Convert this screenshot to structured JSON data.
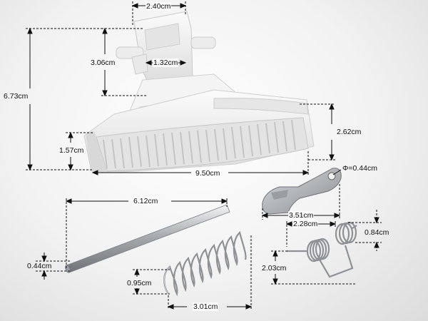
{
  "image": {
    "parts": [
      "handle",
      "latch-hook",
      "pin",
      "compression-spring",
      "torsion-spring"
    ]
  },
  "dimensions": {
    "handle_top_width": "2.40cm",
    "handle_slot_height": "3.06cm",
    "handle_slot_width": "1.32cm",
    "handle_total_height": "6.73cm",
    "handle_grip_height": "2.62cm",
    "handle_base_height": "1.57cm",
    "handle_length": "9.50cm",
    "hook_hole_diameter": "Φ=0.44cm",
    "hook_length": "3.51cm",
    "torsion_spring_width": "2.28cm",
    "torsion_coil_diameter": "0.84cm",
    "torsion_spring_height": "2.03cm",
    "pin_length": "6.12cm",
    "pin_diameter": "0.44cm",
    "spring_diameter": "0.95cm",
    "spring_length": "3.01cm"
  },
  "colors": {
    "dimension_line": "#111111",
    "plastic": "#f1f1f1",
    "metal": "#b9bcc0"
  }
}
